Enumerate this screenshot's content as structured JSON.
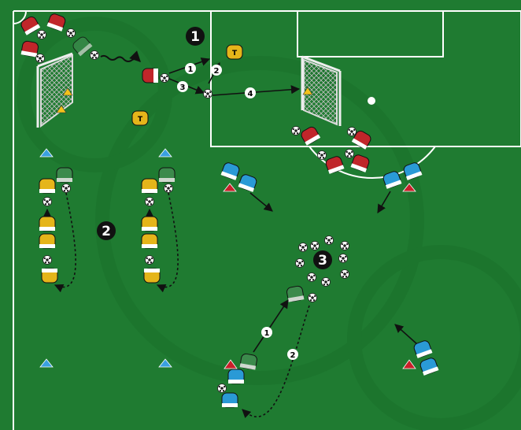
{
  "diagram": {
    "zone_labels": [
      "1",
      "2",
      "3"
    ],
    "pass_labels_zone1": [
      "1",
      "2",
      "3",
      "4"
    ],
    "pass_labels_zone3": [
      "1",
      "2"
    ],
    "cone_marker_letter": "T",
    "colors": {
      "grass": "#1f7b31",
      "grass_stripe": "#1a7029",
      "lines": "#ffffff",
      "red_player": "#c0262a",
      "yellow_player": "#e5b51a",
      "blue_player": "#2a9ad6",
      "green_player": "#3c8a4c",
      "cone_blue": "#3aa0e0",
      "cone_red": "#c8202a",
      "cone_yellow": "#f3c21b"
    }
  }
}
